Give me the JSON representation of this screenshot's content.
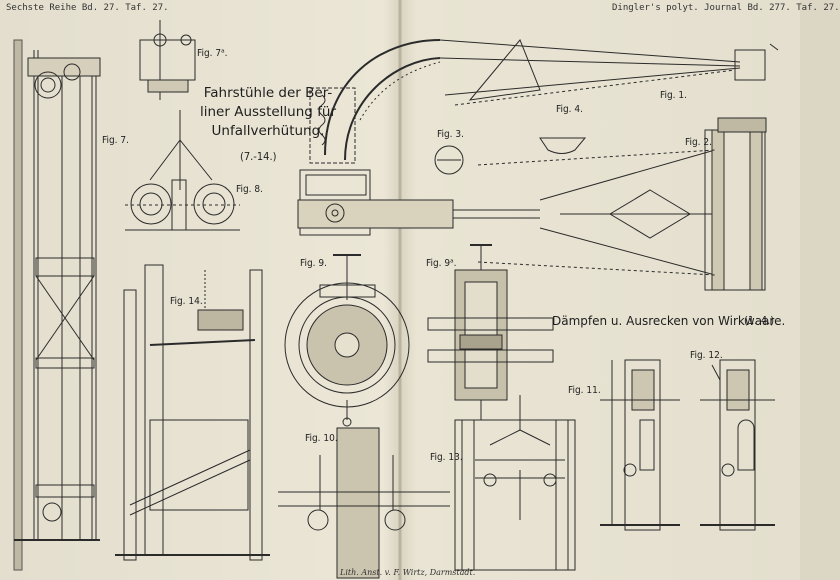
{
  "header": {
    "left": "Sechste Reihe Bd. 27. Taf. 27.",
    "right": "Dingler's polyt. Journal Bd. 277. Taf. 27."
  },
  "titles": {
    "elevators": [
      "Fahrstühle der Ber-",
      "liner Ausstellung für",
      "Unfallverhütung."
    ],
    "elevators_ref": "(7.-14.)",
    "steaming": "Dämpfen u. Ausrecken von Wirkwaare.",
    "steaming_ref": "(1.-4.)"
  },
  "figures": {
    "fig1": "Fig. 1.",
    "fig2": "Fig. 2.",
    "fig3": "Fig. 3.",
    "fig4": "Fig. 4.",
    "fig7": "Fig. 7.",
    "fig7a": "Fig. 7ᵃ.",
    "fig8": "Fig. 8.",
    "fig9": "Fig. 9.",
    "fig9a": "Fig. 9ᵃ.",
    "fig10": "Fig. 10.",
    "fig11": "Fig. 11.",
    "fig12": "Fig. 12.",
    "fig13": "Fig. 13.",
    "fig14": "Fig. 14."
  },
  "imprint": "Lith. Anst. v. F. Wirtz, Darmstadt."
}
